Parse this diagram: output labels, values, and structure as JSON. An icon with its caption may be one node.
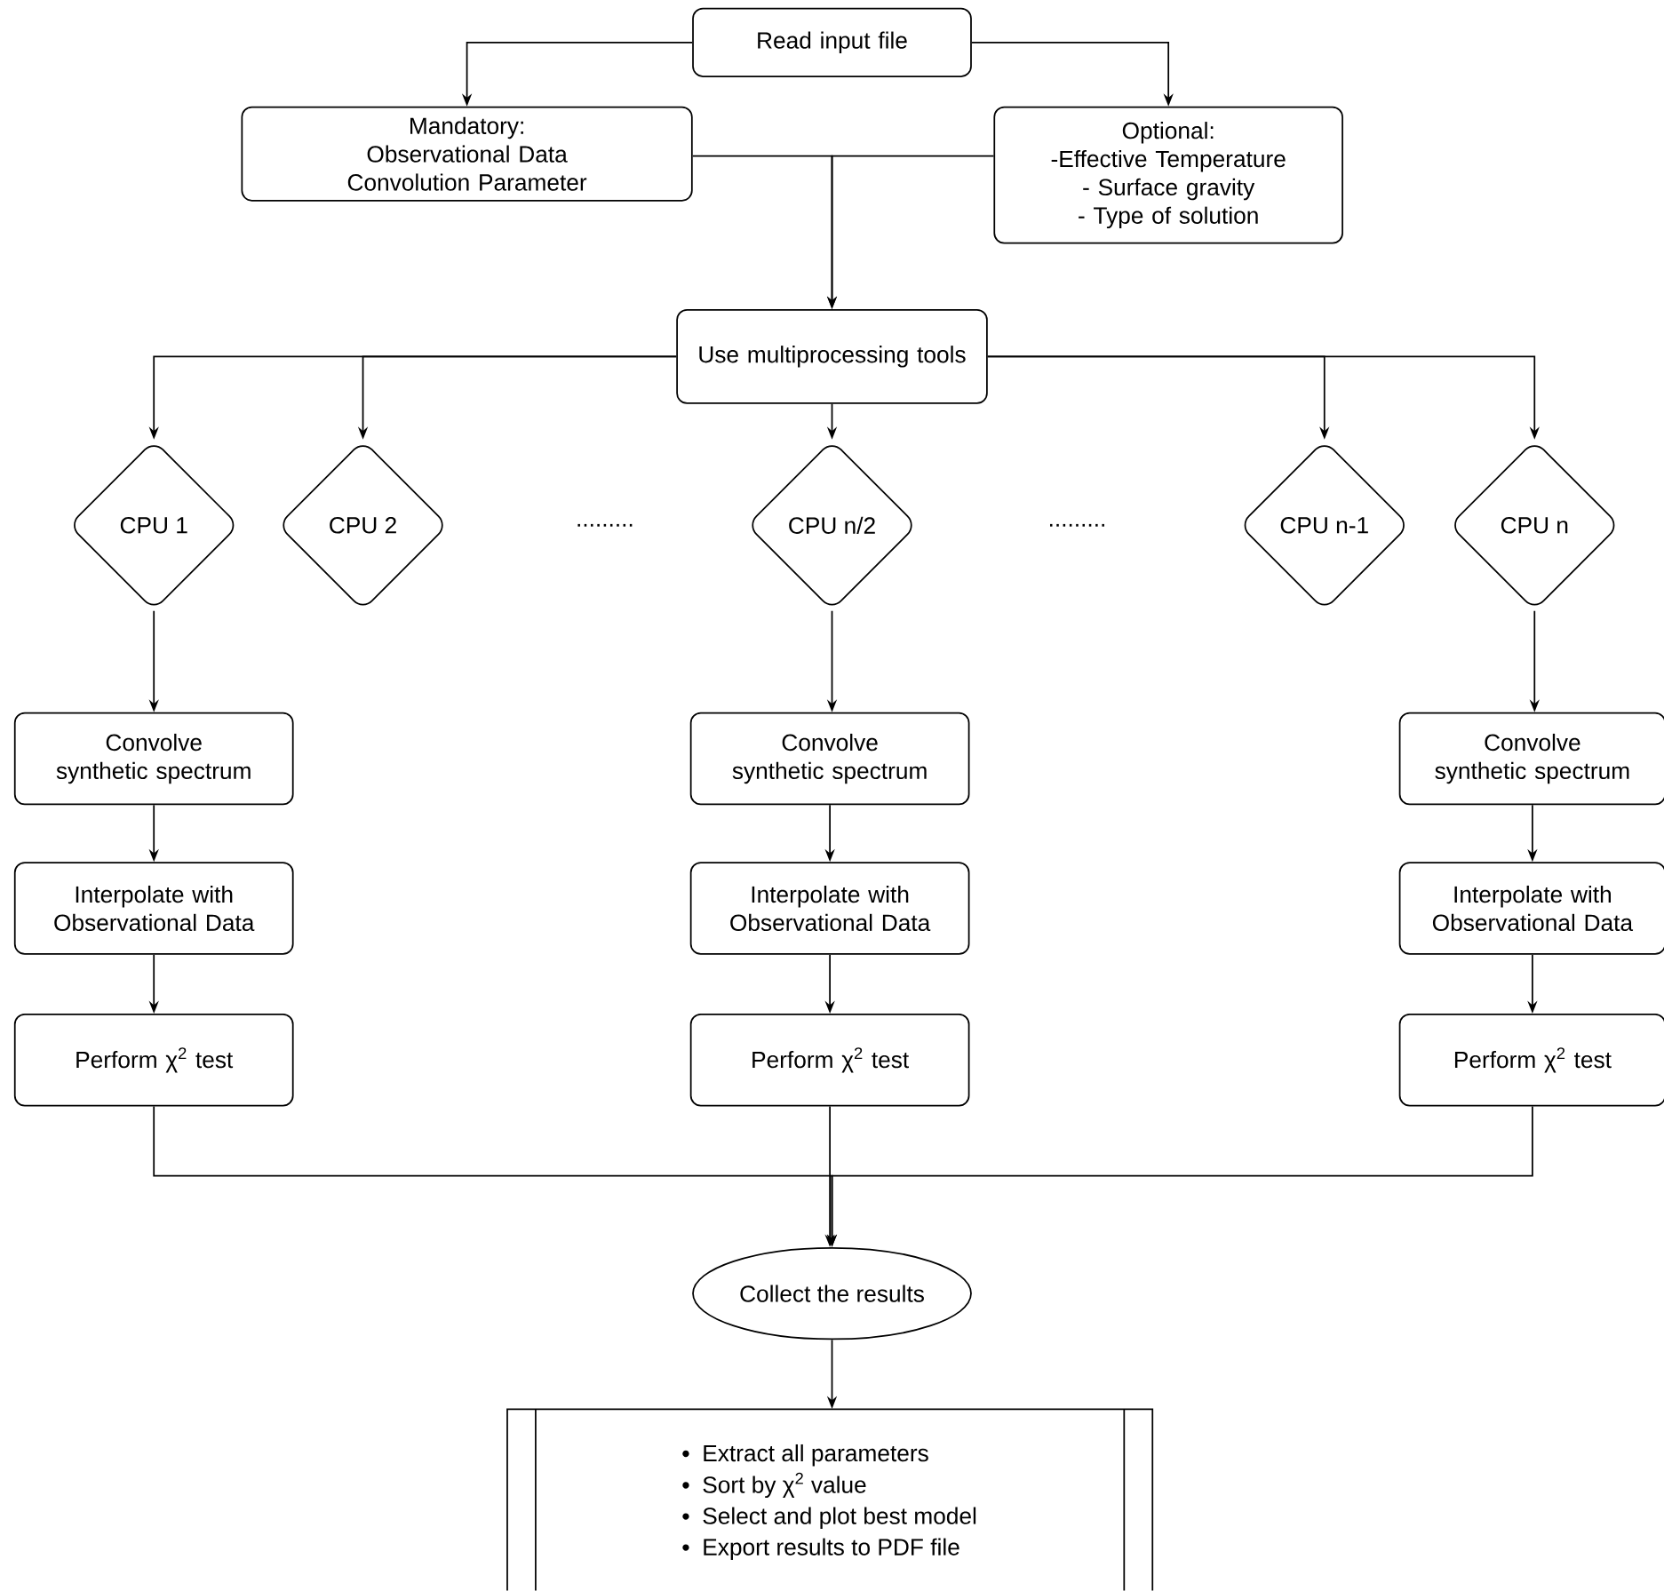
{
  "diagram": {
    "nodes": [
      {
        "text": [
          "Read input file"
        ]
      },
      {
        "text": [
          "Mandatory:",
          "Observational Data",
          "Convolution Parameter"
        ]
      },
      {
        "text": [
          "Optional:",
          "-Effective Temperature",
          "- Surface gravity",
          "- Type of solution"
        ]
      },
      {
        "text": [
          "Use multiprocessing tools"
        ]
      },
      {
        "text": [
          "CPU 1"
        ]
      },
      {
        "text": [
          "CPU 2"
        ]
      },
      {
        "text": [
          "CPU n/2"
        ]
      },
      {
        "text": [
          "CPU n-1"
        ]
      },
      {
        "text": [
          "CPU n"
        ]
      },
      {
        "text": [
          "Convolve synthetic spectrum"
        ]
      },
      {
        "text": [
          "Interpolate with Observational Data"
        ]
      },
      {
        "text": [
          "Perform χ$^{2}$ test"
        ]
      },
      {
        "text": [
          "Convolve synthetic spectrum"
        ]
      },
      {
        "text": [
          "Interpolate with Observational Data"
        ]
      },
      {
        "text": [
          "Perform χ$^{2}$ test"
        ]
      },
      {
        "text": [
          "Convolve synthetic spectrum"
        ]
      },
      {
        "text": [
          "Interpolate with Observational Data"
        ]
      },
      {
        "text": [
          "Perform χ$^{2}$ test"
        ]
      },
      {
        "text": [
          "Collect the results"
        ]
      },
      {
        "text": [
          "Extract all parameters",
          "Sort by χ$^{2}$ value",
          "Select and plot best model",
          "Export results to PDF file"
        ]
      }
    ],
    "edges": [
      {
        "from": 0,
        "to": 1,
        "arrow": "to"
      },
      {
        "from": 0,
        "to": 2,
        "arrow": "to"
      },
      {
        "from": 1,
        "to": 3,
        "arrow": "to"
      },
      {
        "from": 2,
        "to": 3,
        "arrow": "to"
      },
      {
        "from": 3,
        "to": 4,
        "arrow": "to"
      },
      {
        "from": 3,
        "to": 5,
        "arrow": "to"
      },
      {
        "from": 3,
        "to": 6,
        "arrow": "to"
      },
      {
        "from": 3,
        "to": 7,
        "arrow": "to"
      },
      {
        "from": 3,
        "to": 8,
        "arrow": "to"
      },
      {
        "from": 4,
        "to": 9,
        "arrow": "to"
      },
      {
        "from": 9,
        "to": 10,
        "arrow": "to"
      },
      {
        "from": 10,
        "to": 11,
        "arrow": "to"
      },
      {
        "from": 6,
        "to": 12,
        "arrow": "to"
      },
      {
        "from": 12,
        "to": 13,
        "arrow": "to"
      },
      {
        "from": 13,
        "to": 14,
        "arrow": "to"
      },
      {
        "from": 8,
        "to": 15,
        "arrow": "to"
      },
      {
        "from": 15,
        "to": 16,
        "arrow": "to"
      },
      {
        "from": 16,
        "to": 17,
        "arrow": "to"
      },
      {
        "from": 11,
        "to": 18,
        "arrow": "to"
      },
      {
        "from": 14,
        "to": 18,
        "arrow": "to"
      },
      {
        "from": 17,
        "to": 18,
        "arrow": "to"
      },
      {
        "from": 18,
        "to": 19,
        "arrow": "to"
      }
    ],
    "labels": [
      ".........",
      "........."
    ]
  }
}
